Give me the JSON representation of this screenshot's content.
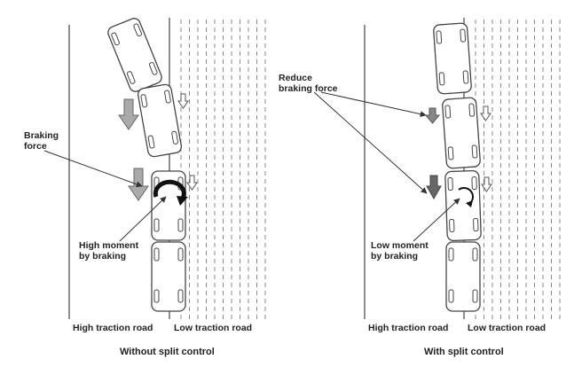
{
  "left_panel": {
    "braking_force_label": [
      "Braking",
      "force"
    ],
    "moment_label": [
      "High moment",
      "by braking"
    ],
    "high_road": "High traction road",
    "low_road": "Low traction road",
    "caption": "Without split control"
  },
  "right_panel": {
    "reduce_label": [
      "Reduce",
      "braking force"
    ],
    "moment_label": [
      "Low moment",
      "by braking"
    ],
    "high_road": "High traction road",
    "low_road": "Low traction road",
    "caption": "With split control"
  },
  "colors": {
    "line": "#444444",
    "arrow_dark": "#777777",
    "arrow_light": "#aaaaaa",
    "dash": "#888888"
  }
}
